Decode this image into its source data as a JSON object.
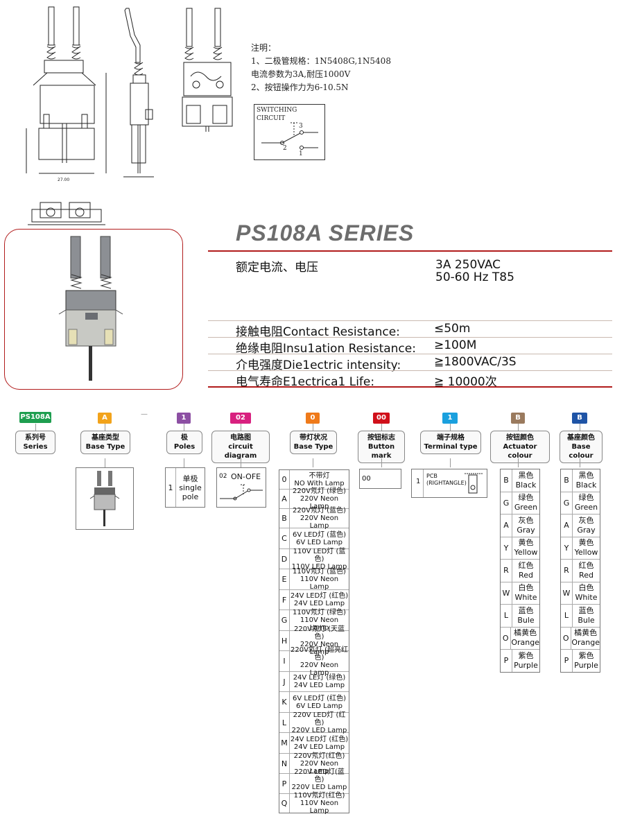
{
  "notes": {
    "heading": "注明：",
    "lines": [
      "1、二极管规格：1N5408G,1N5408",
      "电流参数为3A,耐压1000V",
      "2、按钮操作力为6-10.5N"
    ]
  },
  "switching_circuit": {
    "label": "SWITCHING CIRCUIT",
    "pins": [
      "3",
      "2",
      "1"
    ]
  },
  "series_title": "PS108A SERIES",
  "specs": [
    {
      "label": "额定电流、电压",
      "value1": "3A   250VAC",
      "value2": "50-60 Hz T85"
    },
    {
      "label": "接触电阻Contact Resistance:",
      "value": "≤50m"
    },
    {
      "label": "绝缘电阻Insu1ation Resistance:",
      "value": "≥100M"
    },
    {
      "label": "介电强度Die1ectric intensity:",
      "value": "≧1800VAC/3S"
    },
    {
      "label": "电气寿命E1ectrica1  Life:",
      "value": "≧ 10000次"
    }
  ],
  "codes": [
    {
      "text": "PS108A",
      "color": "#1e9e4f"
    },
    {
      "text": "A",
      "color": "#f2a31b"
    },
    {
      "text": "1",
      "color": "#8c4fa3"
    },
    {
      "text": "02",
      "color": "#d8207f"
    },
    {
      "text": "0",
      "color": "#ef7a1a"
    },
    {
      "text": "00",
      "color": "#d0101a"
    },
    {
      "text": "1",
      "color": "#1aa0de"
    },
    {
      "text": "B",
      "color": "#9a7a5e"
    },
    {
      "text": "B",
      "color": "#1f54a6"
    }
  ],
  "dash": "—",
  "headers": [
    {
      "cn": "系列号",
      "en": "Series"
    },
    {
      "cn": "基座类型",
      "en": "Base Type"
    },
    {
      "cn": "极",
      "en": "Poles"
    },
    {
      "cn": "电路图",
      "en": "circuit diagram"
    },
    {
      "cn": "带灯状况",
      "en": "Base Type"
    },
    {
      "cn": "按钮标志",
      "en": "Button mark"
    },
    {
      "cn": "端子规格",
      "en": "Terminal type"
    },
    {
      "cn": "按钮颜色",
      "en": "Actuator colour"
    },
    {
      "cn": "基座颜色",
      "en": "Base colour"
    }
  ],
  "poles": {
    "key": "1",
    "cn": "单极",
    "en1": "single",
    "en2": "pole"
  },
  "circuit": {
    "key": "02",
    "label": "ON-OFE"
  },
  "lamps": [
    {
      "k": "0",
      "a": "不带灯",
      "b": "NO With Lamp"
    },
    {
      "k": "A",
      "a": "220V氖灯 (绿色)",
      "b": "220V Neon Lamp"
    },
    {
      "k": "B",
      "a": "220V氖灯 (蓝色)",
      "b": "220V Neon Lamp"
    },
    {
      "k": "C",
      "a": "6V LED灯 (蓝色)",
      "b": "6V LED Lamp"
    },
    {
      "k": "D",
      "a": "110V LED灯 (蓝色)",
      "b": "110V LED Lamp"
    },
    {
      "k": "E",
      "a": "110V氖灯 (蓝色)",
      "b": "110V Neon Lamp"
    },
    {
      "k": "F",
      "a": "24V LED灯 (红色)",
      "b": "24V LED Lamp"
    },
    {
      "k": "G",
      "a": "110V氖灯 (绿色)",
      "b": "110V Neon Lamp"
    },
    {
      "k": "H",
      "a": "220V氖灯 (天蓝色)",
      "b": "220V Neon Lamp"
    },
    {
      "k": "I",
      "a": "220V氖灯 (超亮红色)",
      "b": "220V Neon Lamp"
    },
    {
      "k": "J",
      "a": "24V LE灯 (绿色)",
      "b": "24V LED Lamp"
    },
    {
      "k": "K",
      "a": "6V LED灯 (红色)",
      "b": "6V LED Lamp"
    },
    {
      "k": "L",
      "a": "220V LED灯 (红色)",
      "b": "220V LED Lamp"
    },
    {
      "k": "M",
      "a": "24V LED灯 (红色)",
      "b": "24V LED Lamp"
    },
    {
      "k": "N",
      "a": "220V氖灯(红色)",
      "b": "220V Neon Lamp"
    },
    {
      "k": "P",
      "a": "220V LED灯(蓝色)",
      "b": "220V LED Lamp ."
    },
    {
      "k": "Q",
      "a": "110V氖灯(红色)",
      "b": "110V Neon Lamp"
    }
  ],
  "button_mark": {
    "key": "00"
  },
  "terminal": {
    "key": "1",
    "l1": "PCB",
    "l2": "(RIGHTANGLE)"
  },
  "colours": [
    {
      "k": "B",
      "cn": "黑色",
      "en": "Black"
    },
    {
      "k": "G",
      "cn": "绿色",
      "en": "Green"
    },
    {
      "k": "A",
      "cn": "灰色",
      "en": "Gray"
    },
    {
      "k": "Y",
      "cn": "黄色",
      "en": "Yellow"
    },
    {
      "k": "R",
      "cn": "红色",
      "en": "Red"
    },
    {
      "k": "W",
      "cn": "白色",
      "en": "White"
    },
    {
      "k": "L",
      "cn": "蓝色",
      "en": "Bule"
    },
    {
      "k": "O",
      "cn": "橘黄色",
      "en": "Orange"
    },
    {
      "k": "P",
      "cn": "紫色",
      "en": "Purple"
    }
  ]
}
